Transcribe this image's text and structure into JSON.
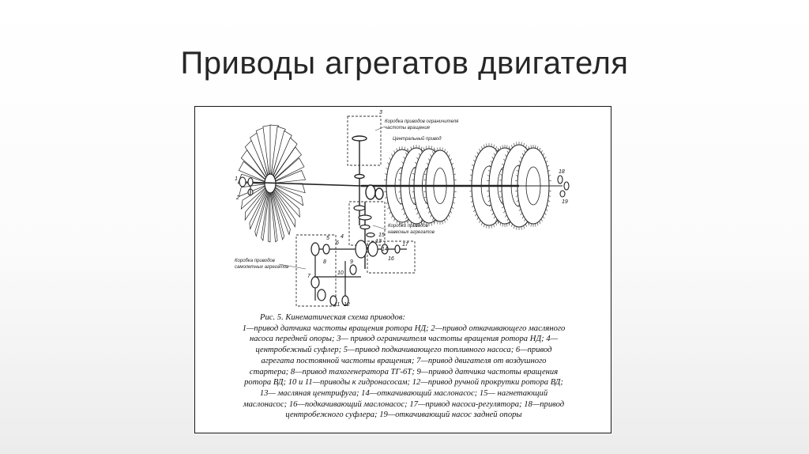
{
  "slide": {
    "title": "Приводы агрегатов двигателя"
  },
  "figure": {
    "labels": {
      "box_limiter": [
        "Коробка приводов ограничителя",
        "частоты вращения"
      ],
      "central_drive": "Центральный привод",
      "box_mounted": [
        "Коробки приводов",
        "навесных агрегатов"
      ],
      "box_aircraft": [
        "Коробка приводов",
        "самолетных агрегатов"
      ]
    },
    "numbers": {
      "n1": "1",
      "n2": "2",
      "n3": "3",
      "n4": "4",
      "n5": "5",
      "n6": "6",
      "n7": "7",
      "n8": "8",
      "n9": "9",
      "n10": "10",
      "n11": "11",
      "n12": "12",
      "n13": "13",
      "n14": "14",
      "n15": "15",
      "n16": "16",
      "n17": "17",
      "n18": "18",
      "n19": "19"
    },
    "caption": {
      "heading": "Рис. 5. Кинематическая схема приводов:",
      "lines": [
        "1—привод датчика частоты вращения ротора НД; 2—привод откачивающего масляного",
        "насоса передней опоры; 3— привод ограничителя частоты вращения ротора НД; 4—",
        "центробежный суфлер; 5—привод подкачивающего топливного насоса; 6—привод",
        "агрегата постоянной частоты вращения; 7—привод двигателя от воздушного",
        "стартера; 8—привод тахогенератора ТГ-6Т; 9—привод датчика частоты вращения",
        "ротора ВД; 10 и 11—приводы к гидронасосам; 12—привод ручной прокрутки ротора ВД;",
        "13— масляная центрифуга; 14—откачивающий маслонасос; 15— нагнетающий",
        "маслонасос; 16—подкачивающий маслонасос; 17—привод насоса-регулятора; 18—привод",
        "центробежного суфлера; 19—откачивающий насос задней опоры"
      ]
    }
  }
}
